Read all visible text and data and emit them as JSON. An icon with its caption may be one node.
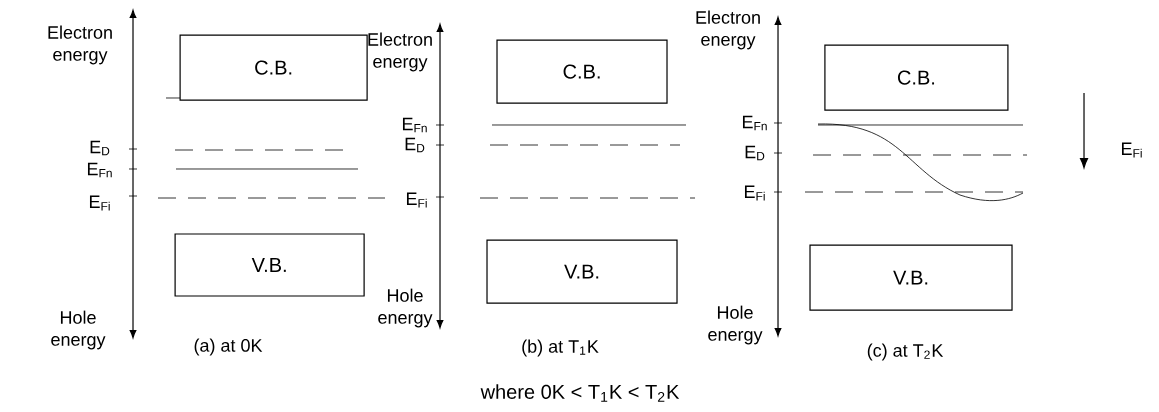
{
  "diagram": {
    "caption": "where 0K < T$_{1}$K < T$_{2}$K",
    "nodes": [
      {
        "text": [
          "C.B."
        ]
      },
      {
        "text": [
          "V.B."
        ]
      },
      {
        "text": [
          "C.B."
        ]
      },
      {
        "text": [
          "V.B."
        ]
      },
      {
        "text": [
          "C.B."
        ]
      },
      {
        "text": [
          "V.B."
        ]
      }
    ],
    "labels": [
      "Electron energy",
      "E$_{D}$",
      "E$_{Fn}$",
      "E$_{Fi}$",
      "Hole energy",
      "(a) at 0K",
      "Electron energy",
      "E$_{Fn}$",
      "E$_{D}$",
      "E$_{Fi}$",
      "Hole energy",
      "(b) at T$_{1}$K",
      "Electron energy",
      "E$_{Fn}$",
      "E$_{D}$",
      "E$_{Fi}$",
      "Hole energy",
      "(c) at T$_{2}$K",
      "E$_{Fi}$"
    ]
  }
}
